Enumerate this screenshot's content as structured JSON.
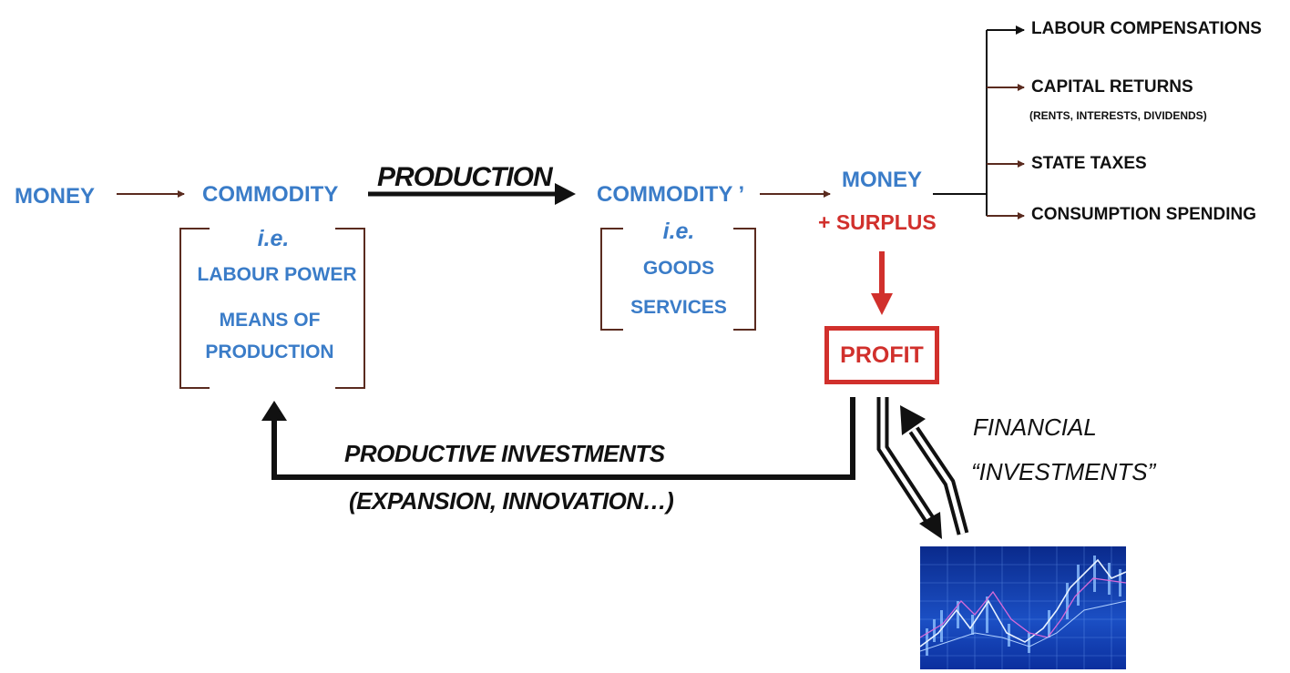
{
  "colors": {
    "blue": "#3a7cc8",
    "red": "#d1302c",
    "brown": "#5a2b1f",
    "black": "#111111"
  },
  "circuit": {
    "money": "MONEY",
    "commodity": "COMMODITY",
    "production": "PRODUCTION",
    "commodity_prime": "COMMODITY ’",
    "money_out": "MONEY",
    "surplus": "+ SURPLUS",
    "profit": "PROFIT"
  },
  "inputs": {
    "ie": "i.e.",
    "labour_power": "LABOUR POWER",
    "means_of": "MEANS OF",
    "production": "PRODUCTION"
  },
  "outputs": {
    "ie": "i.e.",
    "goods": "GOODS",
    "services": "SERVICES"
  },
  "distribution": {
    "labour": "LABOUR COMPENSATIONS",
    "capital": "CAPITAL RETURNS",
    "capital_note": "(RENTS, INTERESTS, DIVIDENDS)",
    "state": "STATE TAXES",
    "consumption": "CONSUMPTION SPENDING"
  },
  "loops": {
    "productive_1": "PRODUCTIVE INVESTMENTS",
    "productive_2": "(EXPANSION, INNOVATION…)",
    "financial_1": "FINANCIAL",
    "financial_2": "“INVESTMENTS”"
  },
  "chart_thumb_icon": "stock-market-chart-image"
}
